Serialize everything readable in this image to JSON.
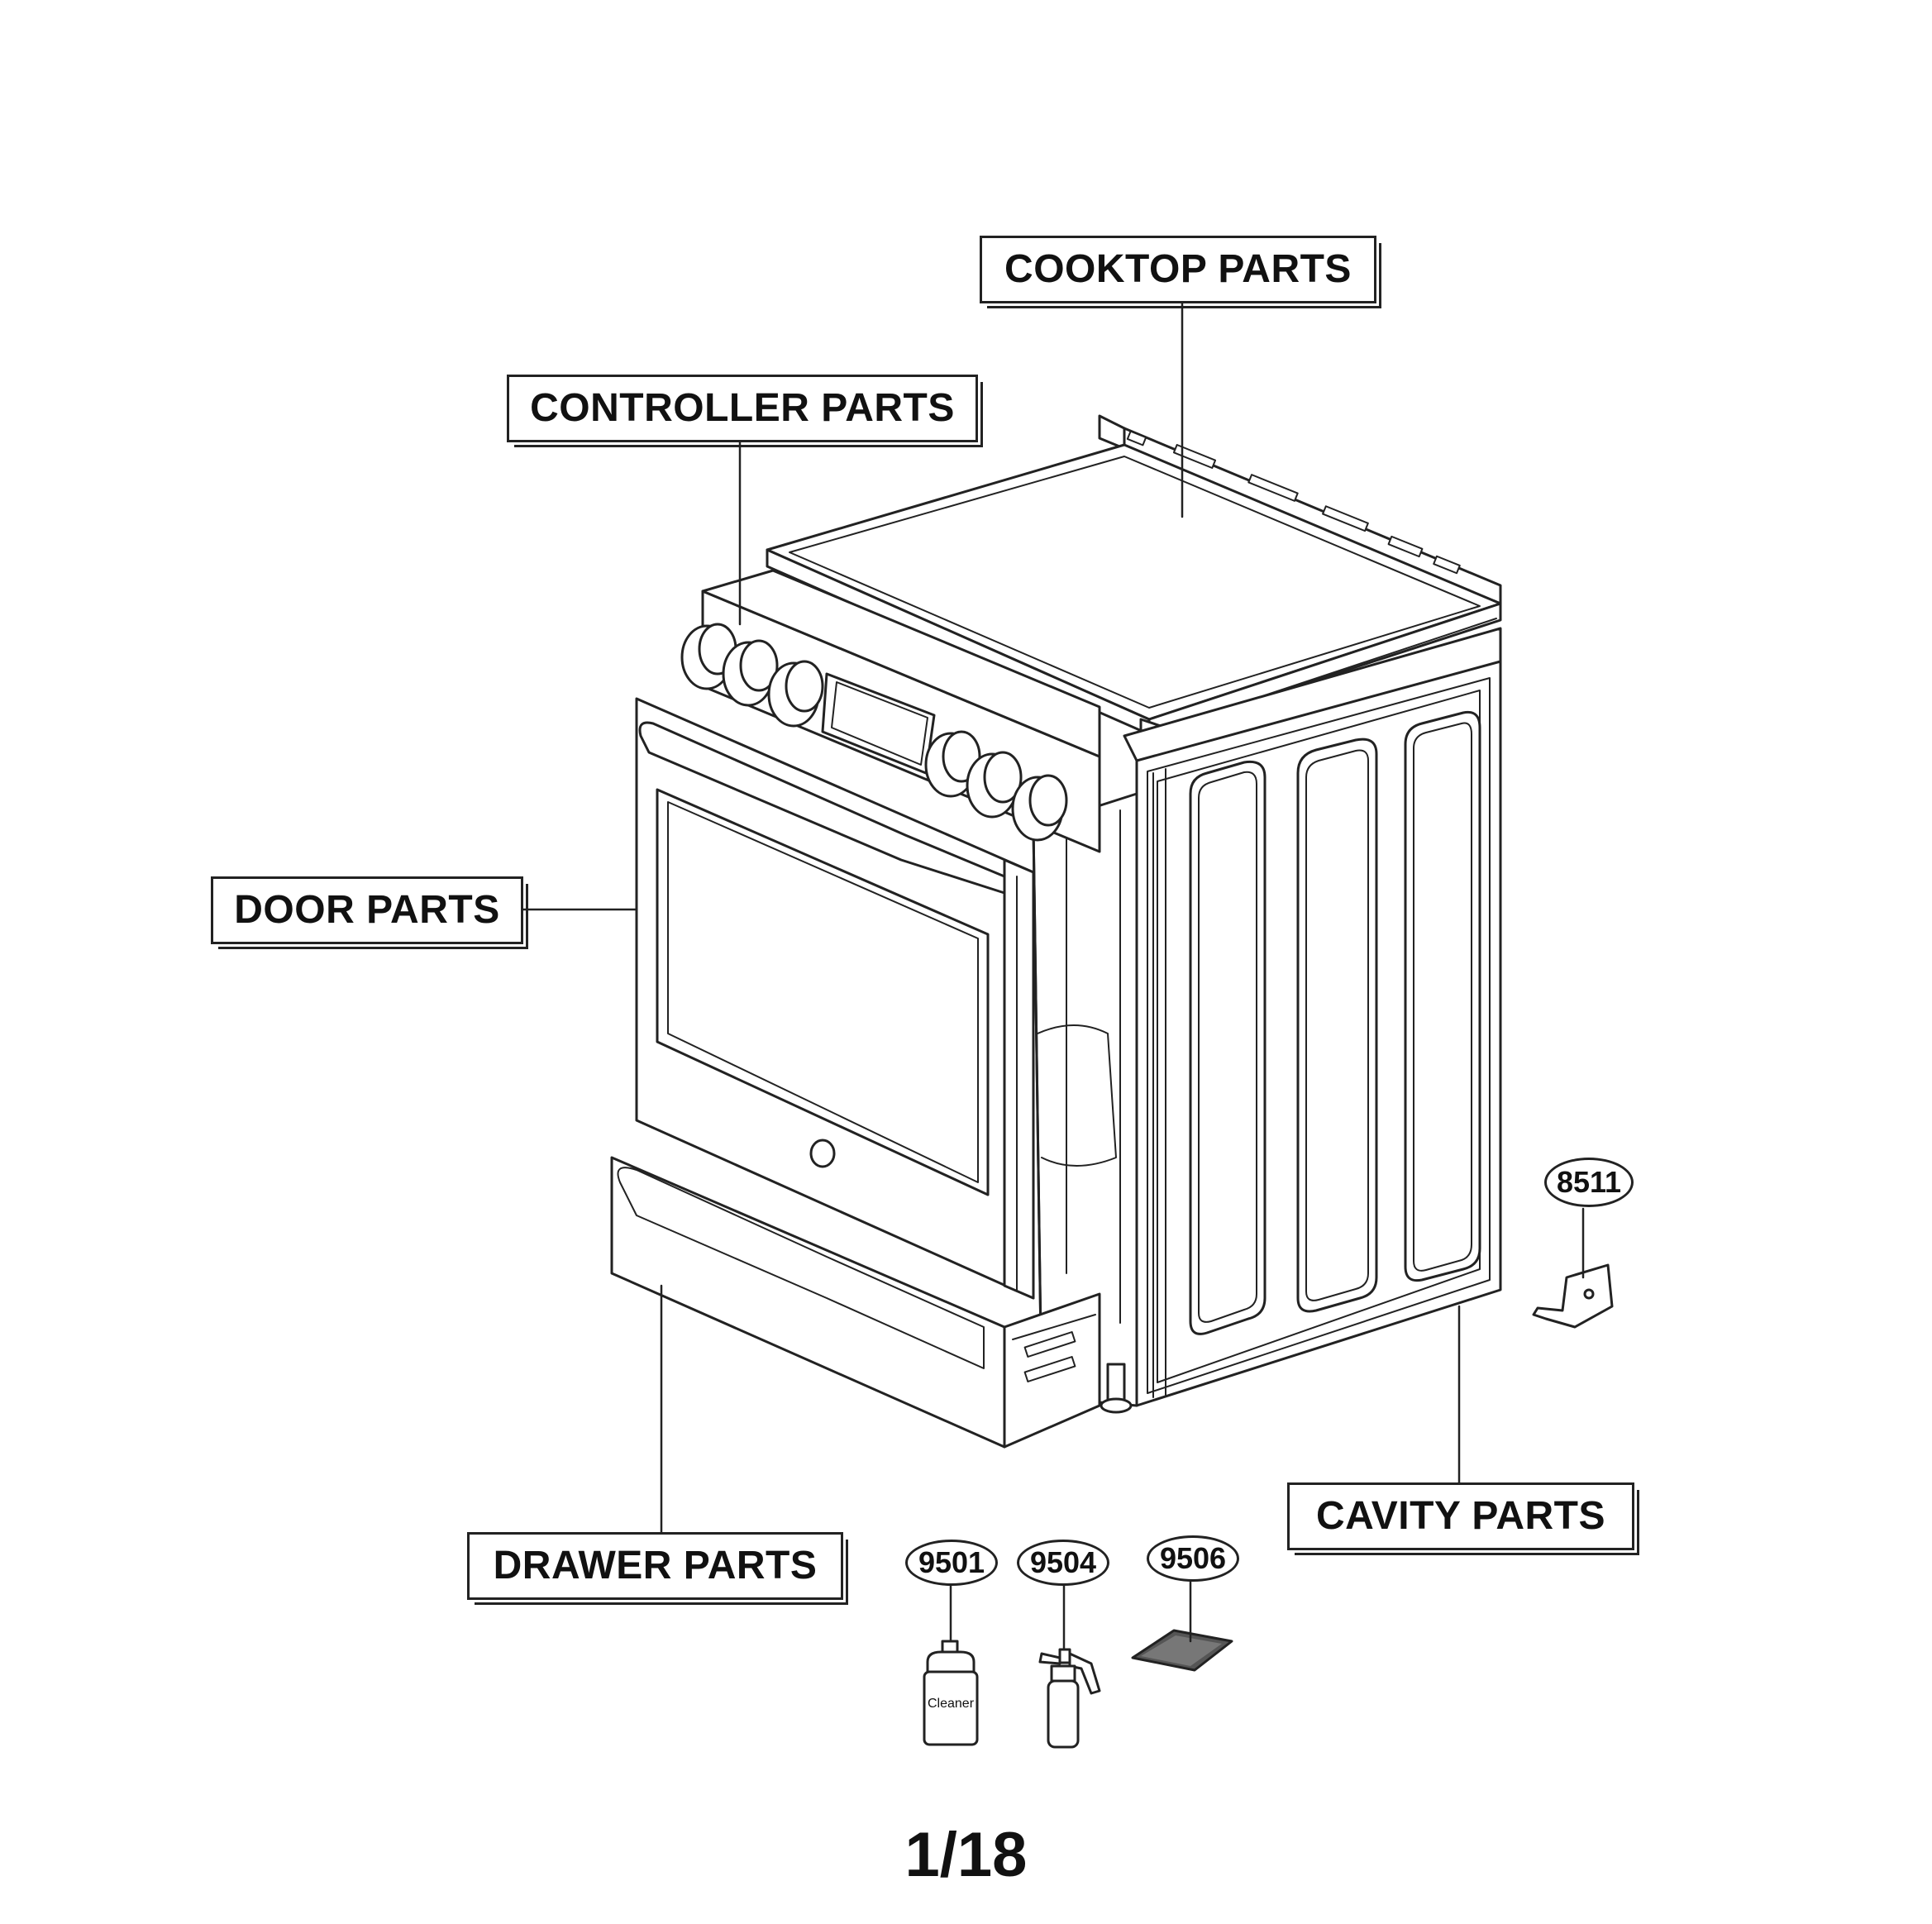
{
  "sections": {
    "cooktop": "COOKTOP PARTS",
    "controller": "CONTROLLER PARTS",
    "door": "DOOR PARTS",
    "drawer": "DRAWER PARTS",
    "cavity": "CAVITY PARTS"
  },
  "callouts": {
    "bracket": "8511",
    "cleaner": "9501",
    "sprayer": "9504",
    "pad": "9506"
  },
  "cleaner_bottle_text": "Cleaner",
  "page_number": "1/18"
}
